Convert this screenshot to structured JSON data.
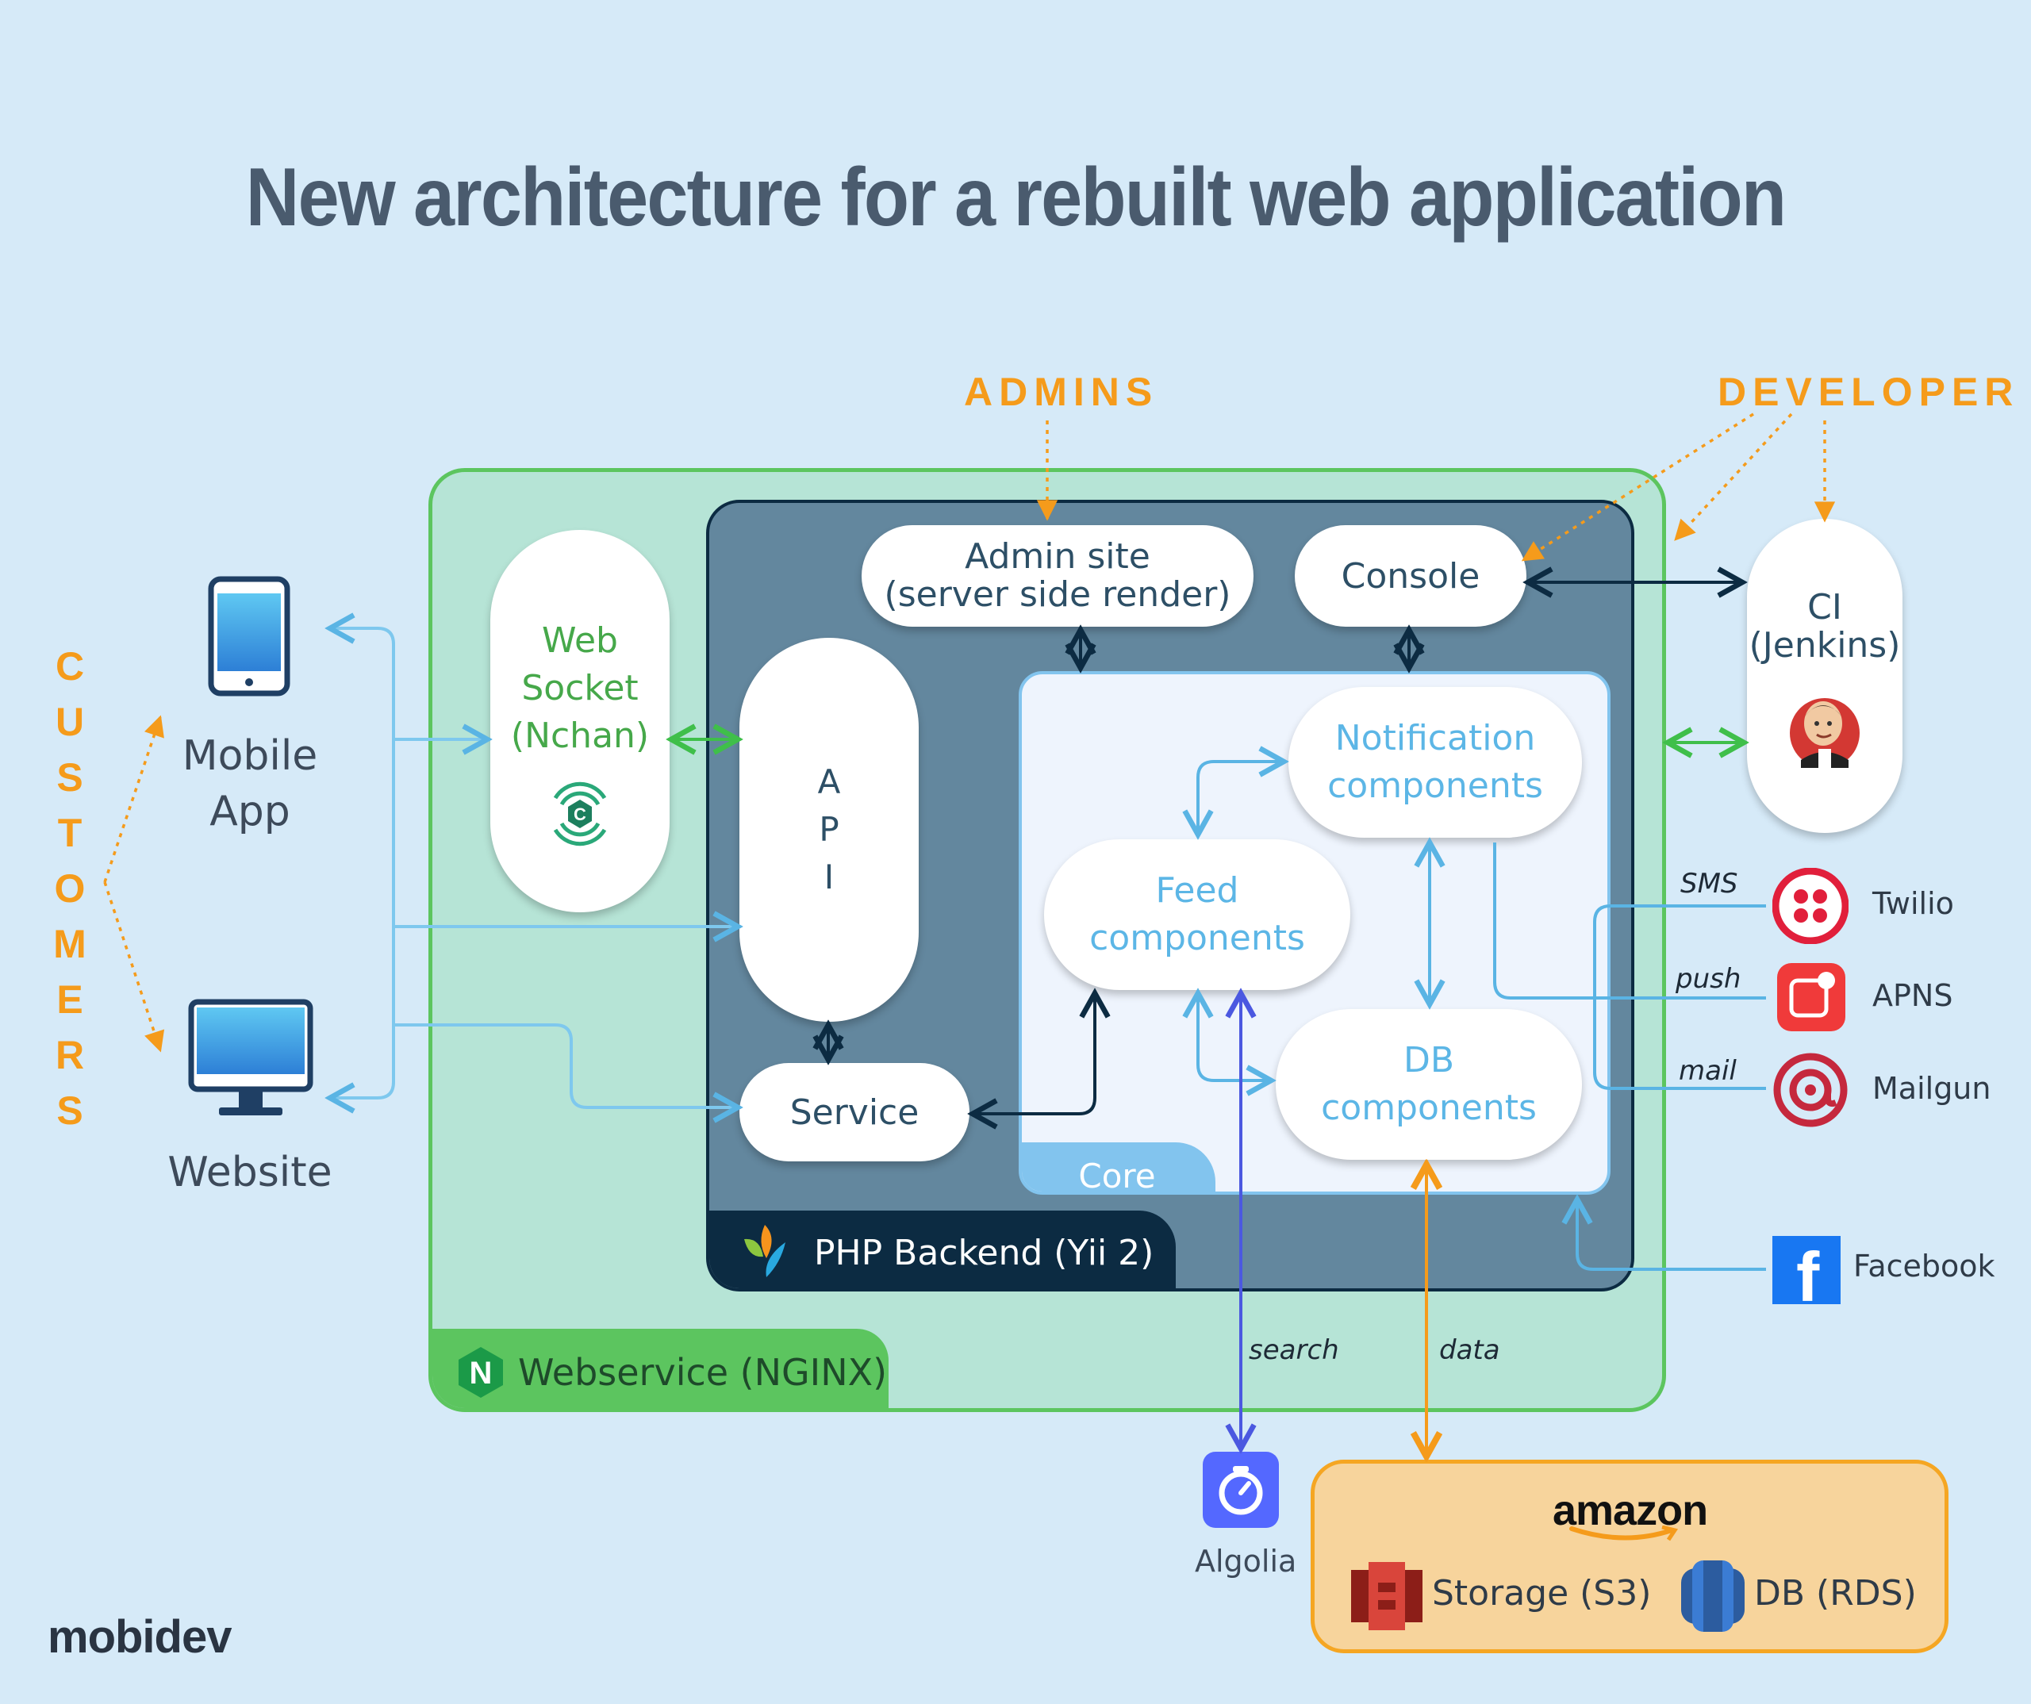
{
  "title": "New architecture for a rebuilt web application",
  "actors": {
    "admins": "ADMINS",
    "developer": "DEVELOPER",
    "customers_letters": [
      "C",
      "U",
      "S",
      "T",
      "O",
      "M",
      "E",
      "R",
      "S"
    ]
  },
  "clients": {
    "mobile_line1": "Mobile",
    "mobile_line2": "App",
    "website": "Website"
  },
  "webservice": {
    "label": "Webservice (NGINX)",
    "logo_letter": "N"
  },
  "websocket": {
    "line1": "Web",
    "line2": "Socket",
    "line3": "(Nchan)",
    "logo_letter": "C"
  },
  "php_backend": {
    "label": "PHP Backend (Yii 2)"
  },
  "admin_site": {
    "line1": "Admin site",
    "line2": "(server side render)"
  },
  "console": "Console",
  "api": [
    "A",
    "P",
    "I"
  ],
  "service": "Service",
  "core": {
    "label": "Core",
    "notification_line1": "Notification",
    "notification_line2": "components",
    "feed_line1": "Feed",
    "feed_line2": "components",
    "db_line1": "DB",
    "db_line2": "components"
  },
  "ci": {
    "line1": "CI",
    "line2": "(Jenkins)"
  },
  "channels": {
    "sms": "SMS",
    "push": "push",
    "mail": "mail",
    "search": "search",
    "data": "data"
  },
  "services": {
    "twilio": "Twilio",
    "apns": "APNS",
    "mailgun": "Mailgun",
    "facebook": "Facebook",
    "facebook_letter": "f",
    "algolia": "Algolia"
  },
  "aws": {
    "brand": "amazon",
    "storage": "Storage (S3)",
    "db": "DB (RDS)"
  },
  "footer_brand": "mobidev",
  "colors": {
    "background": "#d6eaf8",
    "nginx_green": "#5cc55f",
    "php_slate": "#63879e",
    "core_blue": "#82c4ee",
    "orange": "#f59b1b",
    "navy": "#0c2b42",
    "algolia_purple": "#5468ff"
  }
}
